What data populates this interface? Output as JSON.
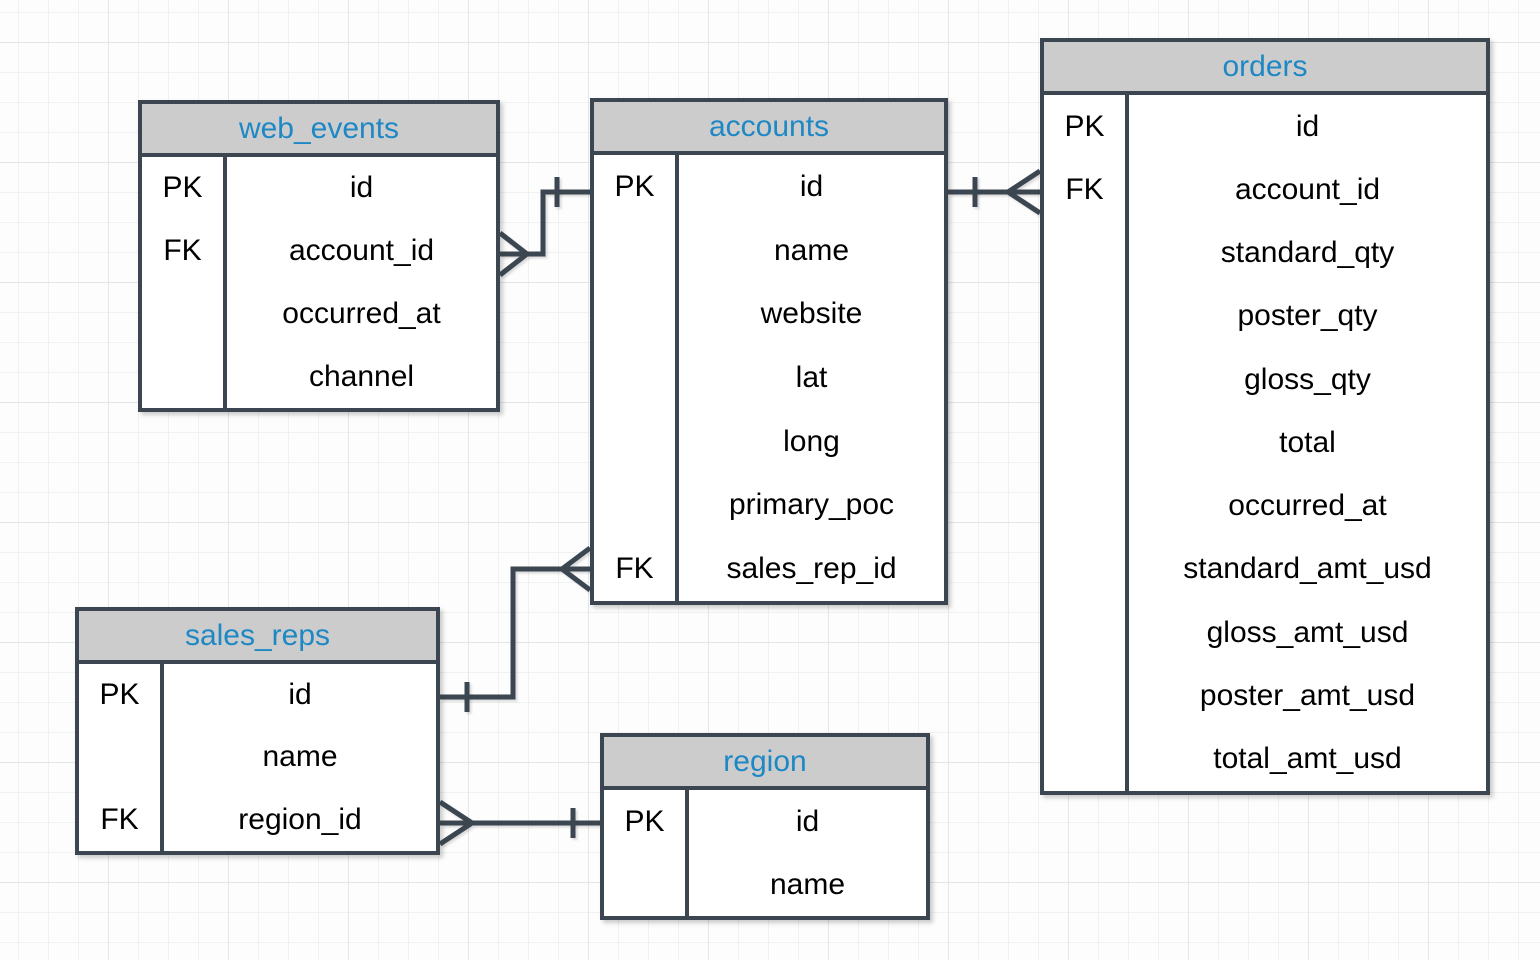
{
  "diagram": {
    "kind": "entity-relationship-diagram",
    "tables": [
      {
        "title": "web_events",
        "rows": [
          {
            "key": "PK",
            "field": "id"
          },
          {
            "key": "FK",
            "field": "account_id"
          },
          {
            "key": "",
            "field": "occurred_at"
          },
          {
            "key": "",
            "field": "channel"
          }
        ]
      },
      {
        "title": "accounts",
        "rows": [
          {
            "key": "PK",
            "field": "id"
          },
          {
            "key": "",
            "field": "name"
          },
          {
            "key": "",
            "field": "website"
          },
          {
            "key": "",
            "field": "lat"
          },
          {
            "key": "",
            "field": "long"
          },
          {
            "key": "",
            "field": "primary_poc"
          },
          {
            "key": "FK",
            "field": "sales_rep_id"
          }
        ]
      },
      {
        "title": "orders",
        "rows": [
          {
            "key": "PK",
            "field": "id"
          },
          {
            "key": "FK",
            "field": "account_id"
          },
          {
            "key": "",
            "field": "standard_qty"
          },
          {
            "key": "",
            "field": "poster_qty"
          },
          {
            "key": "",
            "field": "gloss_qty"
          },
          {
            "key": "",
            "field": "total"
          },
          {
            "key": "",
            "field": "occurred_at"
          },
          {
            "key": "",
            "field": "standard_amt_usd"
          },
          {
            "key": "",
            "field": "gloss_amt_usd"
          },
          {
            "key": "",
            "field": "poster_amt_usd"
          },
          {
            "key": "",
            "field": "total_amt_usd"
          }
        ]
      },
      {
        "title": "sales_reps",
        "rows": [
          {
            "key": "PK",
            "field": "id"
          },
          {
            "key": "",
            "field": "name"
          },
          {
            "key": "FK",
            "field": "region_id"
          }
        ]
      },
      {
        "title": "region",
        "rows": [
          {
            "key": "PK",
            "field": "id"
          },
          {
            "key": "",
            "field": "name"
          }
        ]
      }
    ],
    "relationships": [
      {
        "many_side": "web_events.account_id",
        "one_side": "accounts.id",
        "type": "one-to-many"
      },
      {
        "many_side": "orders.account_id",
        "one_side": "accounts.id",
        "type": "one-to-many"
      },
      {
        "many_side": "accounts.sales_rep_id",
        "one_side": "sales_reps.id",
        "type": "one-to-many"
      },
      {
        "many_side": "sales_reps.region_id",
        "one_side": "region.id",
        "type": "one-to-many"
      }
    ],
    "colors": {
      "border": "#3b4650",
      "header_bg": "#cccccc",
      "header_text": "#1e88c5",
      "cell_text": "#000000",
      "canvas_bg": "#fdfdfd",
      "grid_minor": "#f0f1f2",
      "grid_major": "#e3e6e8"
    }
  }
}
